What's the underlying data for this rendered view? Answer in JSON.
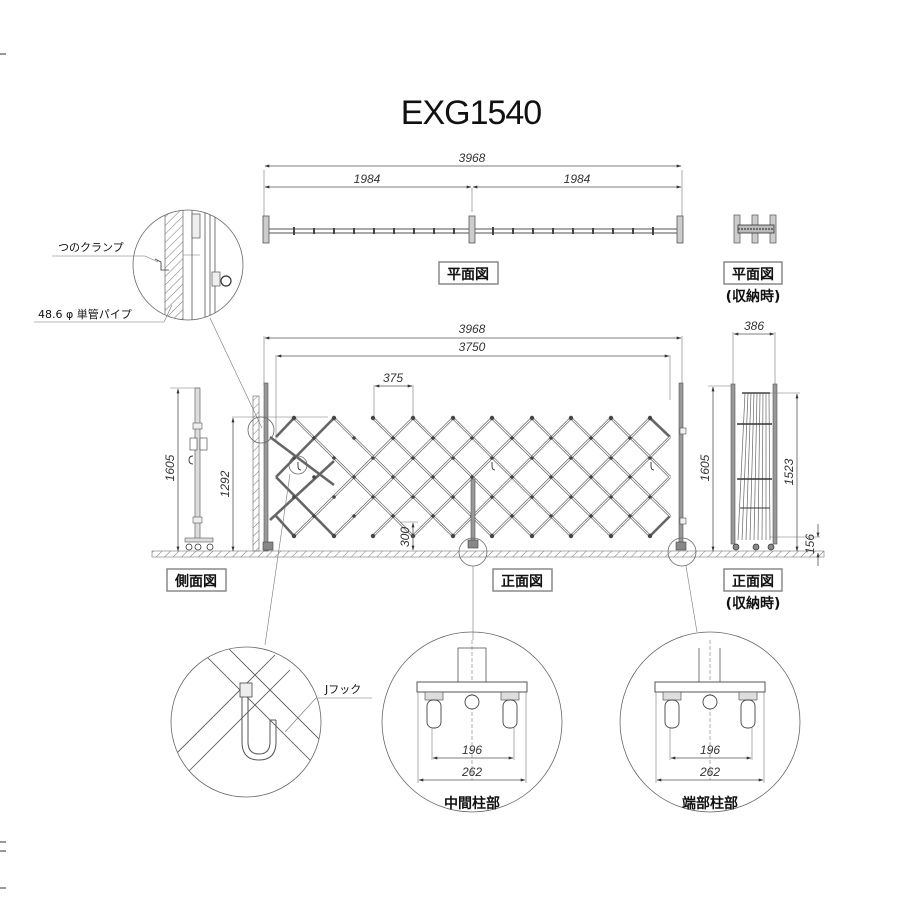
{
  "title": "EXG1540",
  "plan_view": {
    "label": "平面図",
    "dims": {
      "total": "3968",
      "left_half": "1984",
      "right_half": "1984"
    }
  },
  "plan_view_stored": {
    "label": "平面図",
    "sublabel": "(収納時)"
  },
  "callouts": {
    "clamp": "つのクランプ",
    "pipe": "48.6 φ 単管パイプ",
    "j_hook": "Jフック"
  },
  "front_view": {
    "label": "正面図",
    "dims": {
      "overall_width": "3968",
      "inner_width": "3750",
      "pitch": "375",
      "mount_height": "1292",
      "bottom_gap": "300"
    }
  },
  "side_view": {
    "label": "側面図",
    "dims": {
      "height": "1605"
    }
  },
  "front_view_stored": {
    "label": "正面図",
    "sublabel": "(収納時)",
    "dims": {
      "width": "386",
      "height": "1605",
      "gate_height": "1523",
      "clearance": "156"
    }
  },
  "detail_middle": {
    "label": "中間柱部",
    "dims": {
      "inner": "196",
      "outer": "262"
    }
  },
  "detail_end": {
    "label": "端部柱部",
    "dims": {
      "inner": "196",
      "outer": "262"
    }
  },
  "colors": {
    "line": "#555555",
    "post": "#999999",
    "text": "#111111"
  }
}
